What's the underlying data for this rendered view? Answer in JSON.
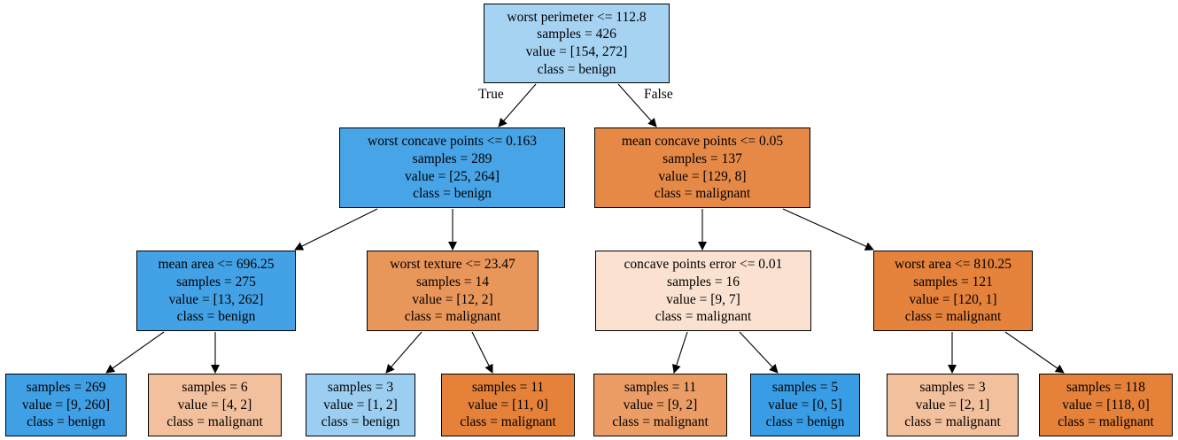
{
  "colors": {
    "benign_strong": "#399de5",
    "benign_mid": "#47a4e7",
    "benign_light": "#a5d2f3",
    "benign_pale": "#a7d3f3",
    "malignant_strong": "#e58139",
    "malignant_mid": "#e78946",
    "malignant_soft": "#eb9a61",
    "malignant_light": "#f2c09c",
    "malignant_pale": "#fae1d0",
    "border": "#000000",
    "edge": "#000000"
  },
  "edge_labels": {
    "left": "True",
    "right": "False"
  },
  "nodes": [
    {
      "lines": [
        "worst perimeter <= 112.8",
        "samples = 426",
        "value = [154, 272]",
        "class = benign"
      ],
      "fill": "#a7d3f3"
    },
    {
      "lines": [
        "worst concave points <= 0.163",
        "samples = 289",
        "value = [25, 264]",
        "class = benign"
      ],
      "fill": "#47a4e7"
    },
    {
      "lines": [
        "mean concave points <= 0.05",
        "samples = 137",
        "value = [129, 8]",
        "class = malignant"
      ],
      "fill": "#e78946"
    },
    {
      "lines": [
        "mean area <= 696.25",
        "samples = 275",
        "value = [13, 262]",
        "class = benign"
      ],
      "fill": "#43a2e6"
    },
    {
      "lines": [
        "worst texture <= 23.47",
        "samples = 14",
        "value = [12, 2]",
        "class = malignant"
      ],
      "fill": "#e9965a"
    },
    {
      "lines": [
        "concave points error <= 0.01",
        "samples = 16",
        "value = [9, 7]",
        "class = malignant"
      ],
      "fill": "#fae1d0"
    },
    {
      "lines": [
        "worst area <= 810.25",
        "samples = 121",
        "value = [120, 1]",
        "class = malignant"
      ],
      "fill": "#e5823b"
    },
    {
      "lines": [
        "samples = 269",
        "value = [9, 260]",
        "class = benign"
      ],
      "fill": "#40a0e6"
    },
    {
      "lines": [
        "samples = 6",
        "value = [4, 2]",
        "class = malignant"
      ],
      "fill": "#f2c09c"
    },
    {
      "lines": [
        "samples = 3",
        "value = [1, 2]",
        "class = benign"
      ],
      "fill": "#9ccef2"
    },
    {
      "lines": [
        "samples = 11",
        "value = [11, 0]",
        "class = malignant"
      ],
      "fill": "#e58139"
    },
    {
      "lines": [
        "samples = 11",
        "value = [9, 2]",
        "class = malignant"
      ],
      "fill": "#eb9d65"
    },
    {
      "lines": [
        "samples = 5",
        "value = [0, 5]",
        "class = benign"
      ],
      "fill": "#399de5"
    },
    {
      "lines": [
        "samples = 3",
        "value = [2, 1]",
        "class = malignant"
      ],
      "fill": "#f2c09c"
    },
    {
      "lines": [
        "samples = 118",
        "value = [118, 0]",
        "class = malignant"
      ],
      "fill": "#e58139"
    }
  ]
}
